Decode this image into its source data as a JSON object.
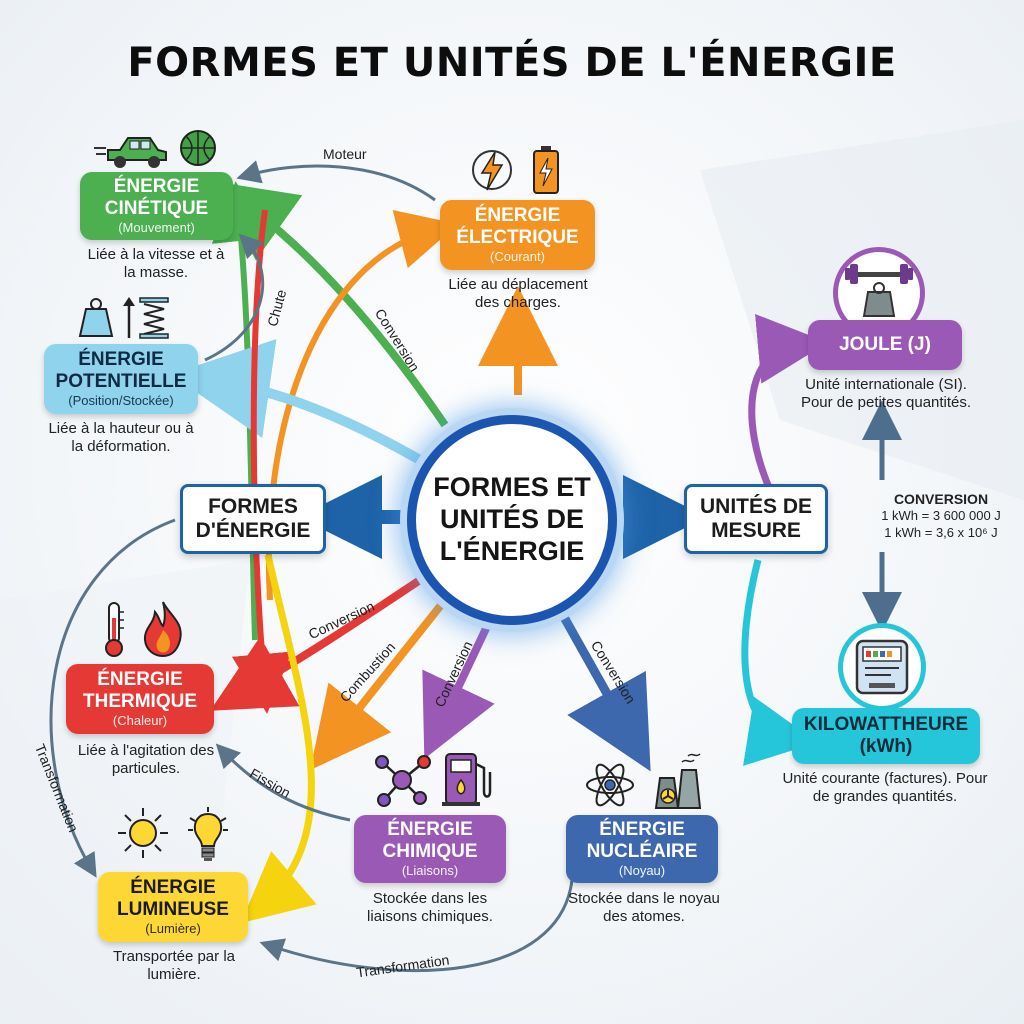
{
  "title": "FORMES ET UNITÉS DE L'ÉNERGIE",
  "center": {
    "label": "FORMES ET UNITÉS DE L'ÉNERGIE"
  },
  "hubs": {
    "formes": "FORMES D'ÉNERGIE",
    "unites": "UNITÉS DE MESURE"
  },
  "forms": {
    "cinetique": {
      "name": "ÉNERGIE CINÉTIQUE",
      "sub": "(Mouvement)",
      "desc": "Liée à la vitesse et à la masse.",
      "color": "#4caf50"
    },
    "electrique": {
      "name": "ÉNERGIE ÉLECTRIQUE",
      "sub": "(Courant)",
      "desc": "Liée au déplacement des charges.",
      "color": "#f39322"
    },
    "potentielle": {
      "name": "ÉNERGIE POTENTIELLE",
      "sub": "(Position/Stockée)",
      "desc": "Liée à la hauteur ou à la déformation.",
      "color": "#8fd3ec"
    },
    "thermique": {
      "name": "ÉNERGIE THERMIQUE",
      "sub": "(Chaleur)",
      "desc": "Liée à l'agitation des particules.",
      "color": "#e53935"
    },
    "lumineuse": {
      "name": "ÉNERGIE LUMINEUSE",
      "sub": "(Lumière)",
      "desc": "Transportée par la lumière.",
      "color": "#fdd835"
    },
    "chimique": {
      "name": "ÉNERGIE CHIMIQUE",
      "sub": "(Liaisons)",
      "desc": "Stockée dans les liaisons chimiques.",
      "color": "#9b59b6"
    },
    "nucleaire": {
      "name": "ÉNERGIE NUCLÉAIRE",
      "sub": "(Noyau)",
      "desc": "Stockée dans le noyau des atomes.",
      "color": "#3d68ad"
    }
  },
  "units": {
    "joule": {
      "name": "JOULE (J)",
      "desc": "Unité internationale (SI). Pour de petites quantités.",
      "color": "#9b59b6"
    },
    "kwh": {
      "name": "KILOWATTHEURE (kWh)",
      "desc": "Unité courante (factures). Pour de grandes quantités.",
      "color": "#26c6da"
    },
    "conversion": {
      "title": "CONVERSION",
      "line1": "1 kWh = 3 600 000 J",
      "line2": "1 kWh = 3,6 x 10⁶ J"
    }
  },
  "edge_labels": {
    "moteur": "Moteur",
    "chute": "Chute",
    "conversion_kin": "Conversion",
    "conversion_therm": "Conversion",
    "combustion": "Combustion",
    "conversion_chim": "Conversion",
    "conversion_nucl": "Conversion",
    "fission": "Fission",
    "transformation_left": "Transformation",
    "transformation_bottom": "Transformation"
  },
  "icons": {
    "cinetique": [
      "car-icon",
      "ball-icon"
    ],
    "electrique": [
      "lightning-icon",
      "battery-icon"
    ],
    "potentielle": [
      "weight-icon",
      "spring-icon"
    ],
    "thermique": [
      "thermometer-icon",
      "flame-icon"
    ],
    "lumineuse": [
      "sun-icon",
      "bulb-icon"
    ],
    "chimique": [
      "molecule-icon",
      "fuel-pump-icon"
    ],
    "nucleaire": [
      "atom-icon",
      "power-plant-icon"
    ],
    "joule": [
      "dumbbell-weight-icon"
    ],
    "kwh": [
      "electric-meter-icon"
    ]
  }
}
